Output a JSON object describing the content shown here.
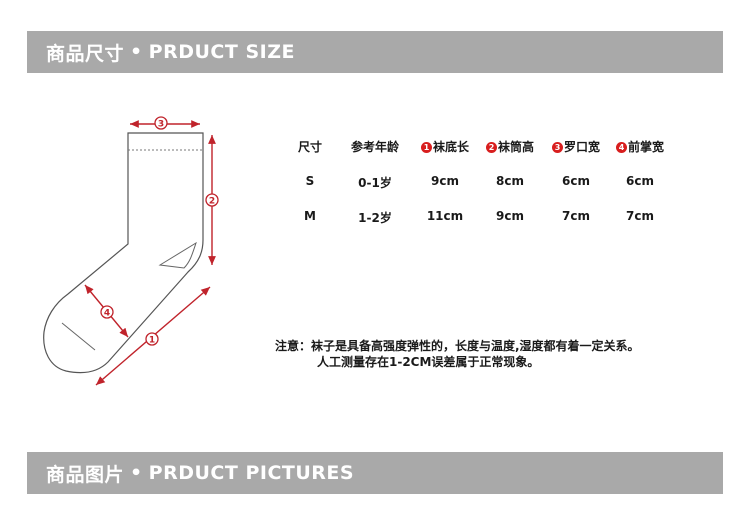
{
  "section_size": {
    "cn": "商品尺寸",
    "dot": "•",
    "en": "PRDUCT SIZE"
  },
  "section_pictures": {
    "cn": "商品图片",
    "dot": "•",
    "en": "PRDUCT PICTURES"
  },
  "markers": [
    "1",
    "2",
    "3",
    "4"
  ],
  "table": {
    "headers": [
      {
        "num": "",
        "text": "尺寸"
      },
      {
        "num": "",
        "text": "参考年龄"
      },
      {
        "num": "1",
        "text": "袜底长"
      },
      {
        "num": "2",
        "text": "袜筒高"
      },
      {
        "num": "3",
        "text": "罗口宽"
      },
      {
        "num": "4",
        "text": "前掌宽"
      }
    ],
    "rows": [
      [
        "S",
        "0-1岁",
        "9cm",
        "8cm",
        "6cm",
        "6cm"
      ],
      [
        "M",
        "1-2岁",
        "11cm",
        "9cm",
        "7cm",
        "7cm"
      ]
    ]
  },
  "note": {
    "line1": "注意：袜子是具备高强度弹性的，长度与温度,湿度都有着一定关系。",
    "line2": "人工测量存在1-2CM误差属于正常现象。"
  },
  "colors": {
    "banner": "#a9a9a9",
    "marker": "#d81e1e",
    "arrow": "#c0232b"
  }
}
